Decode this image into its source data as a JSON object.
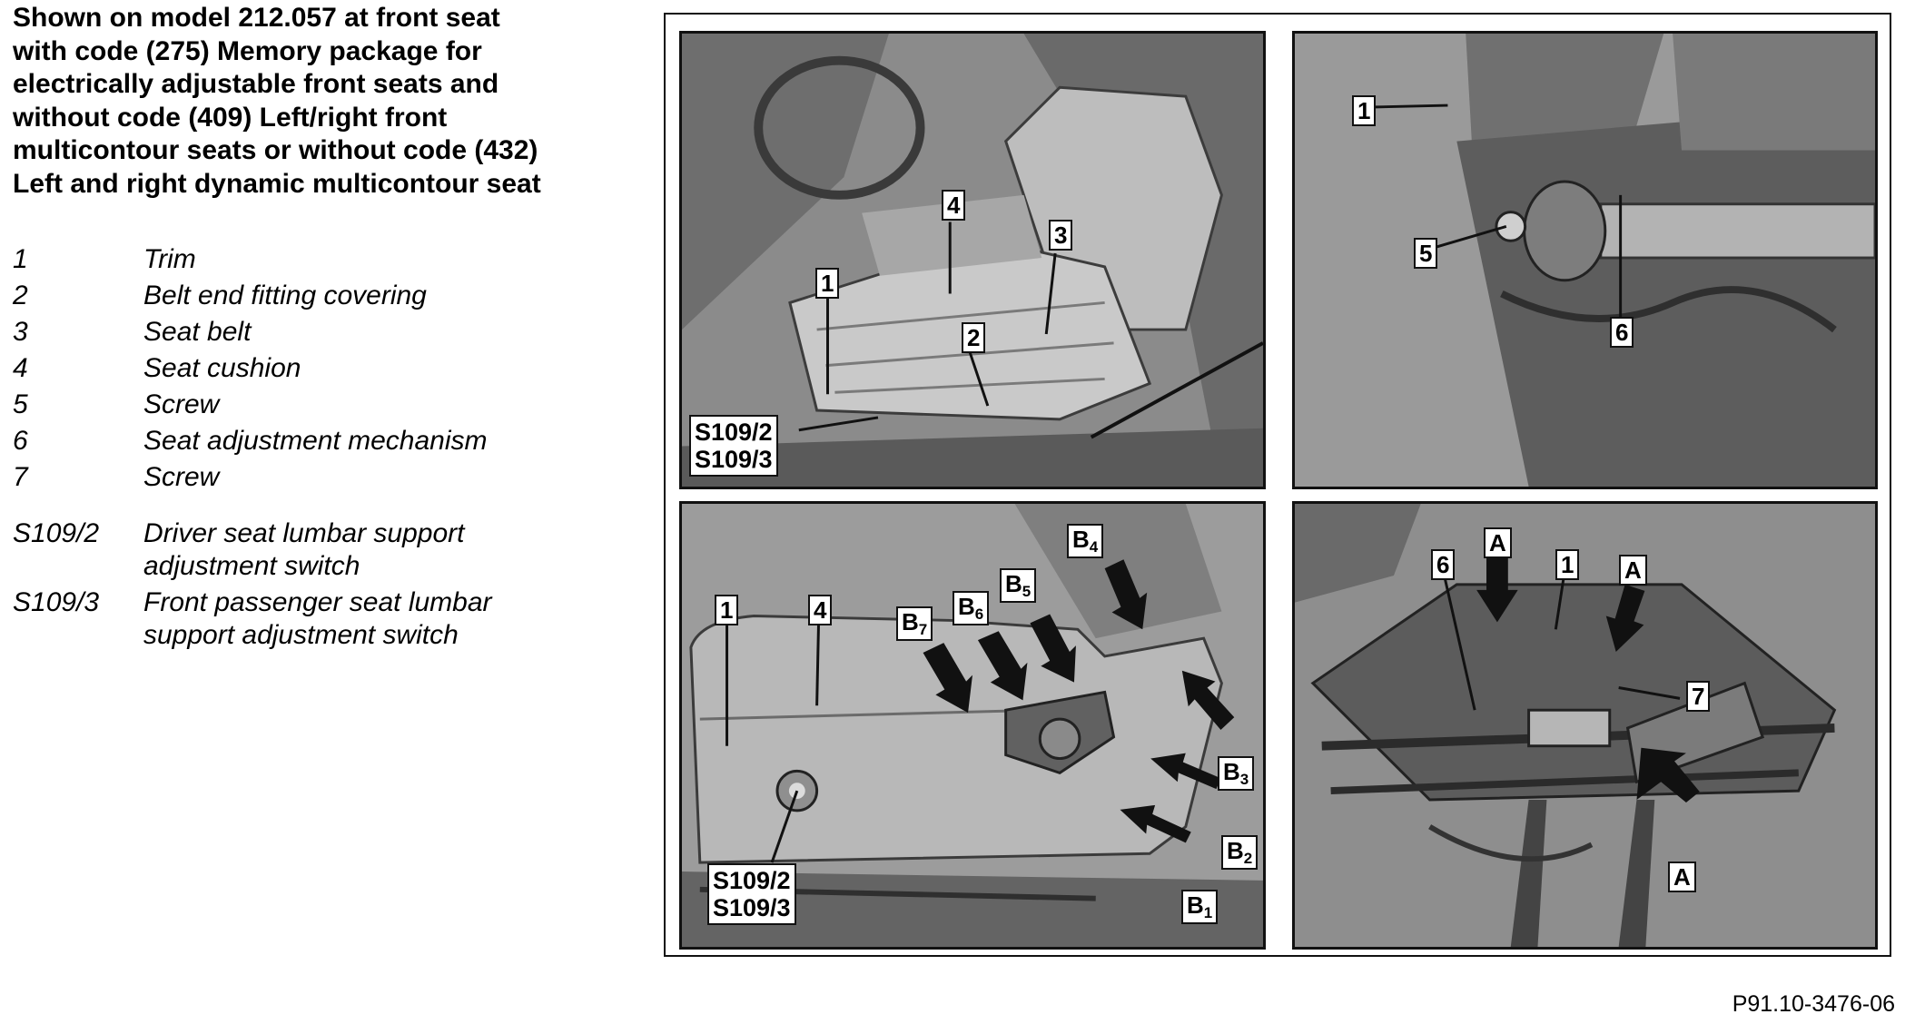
{
  "title": {
    "lines": [
      "Shown on model 212.057 at front seat",
      "with code (275) Memory package for",
      "electrically adjustable front seats and",
      "without code (409) Left/right front",
      "multicontour seats or without code (432)",
      "Left and right dynamic multicontour seat"
    ]
  },
  "legend": [
    {
      "key": "1",
      "text": [
        "Trim"
      ]
    },
    {
      "key": "2",
      "text": [
        "Belt end fitting covering"
      ]
    },
    {
      "key": "3",
      "text": [
        "Seat belt"
      ]
    },
    {
      "key": "4",
      "text": [
        "Seat cushion"
      ]
    },
    {
      "key": "5",
      "text": [
        "Screw"
      ]
    },
    {
      "key": "6",
      "text": [
        "Seat adjustment mechanism"
      ]
    },
    {
      "key": "7",
      "text": [
        "Screw"
      ]
    },
    {
      "key": "S109/2",
      "text": [
        "Driver seat lumbar support",
        "adjustment switch"
      ]
    },
    {
      "key": "S109/3",
      "text": [
        "Front passenger seat lumbar",
        "support adjustment switch"
      ]
    }
  ],
  "figure": {
    "id": "P91.10-3476-06",
    "panel_a": {
      "labels": {
        "l1": "1",
        "l2": "2",
        "l3": "3",
        "l4": "4",
        "s1": "S109/2",
        "s2": "S109/3"
      }
    },
    "panel_b": {
      "labels": {
        "l1": "1",
        "l5": "5",
        "l6": "6"
      }
    },
    "panel_c": {
      "labels": {
        "l1": "1",
        "l4": "4",
        "b1": "B",
        "b1n": "1",
        "b2": "B",
        "b2n": "2",
        "b3": "B",
        "b3n": "3",
        "b4": "B",
        "b4n": "4",
        "b5": "B",
        "b5n": "5",
        "b6": "B",
        "b6n": "6",
        "b7": "B",
        "b7n": "7",
        "s1": "S109/2",
        "s2": "S109/3"
      }
    },
    "panel_d": {
      "labels": {
        "l6": "6",
        "l1": "1",
        "l7": "7",
        "a1": "A",
        "a2": "A",
        "a3": "A"
      }
    }
  }
}
